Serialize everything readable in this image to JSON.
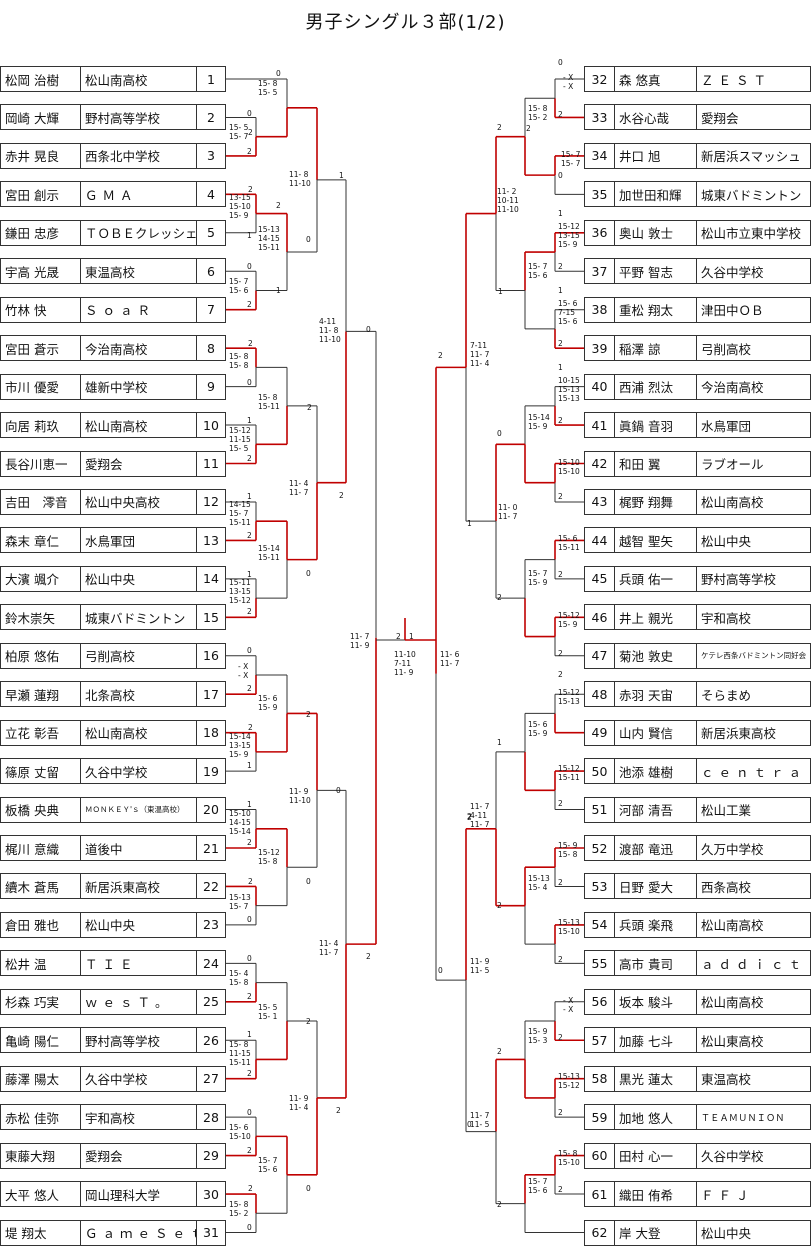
{
  "title": "男子シングル３部(1/2)",
  "left_players": [
    {
      "num": "1",
      "name": "松岡 治樹",
      "club": "松山南高校"
    },
    {
      "num": "2",
      "name": "岡崎 大輝",
      "club": "野村高等学校"
    },
    {
      "num": "3",
      "name": "赤井 晃良",
      "club": "西条北中学校"
    },
    {
      "num": "4",
      "name": "宮田 創示",
      "club": "ＧＭＡ"
    },
    {
      "num": "5",
      "name": "鎌田 忠彦",
      "club": "ＴＯＢＥクレッシェンド"
    },
    {
      "num": "6",
      "name": "宇高 光晟",
      "club": "東温高校"
    },
    {
      "num": "7",
      "name": "竹林 快",
      "club": "ＳｏａＲ"
    },
    {
      "num": "8",
      "name": "宮田 蒼示",
      "club": "今治南高校"
    },
    {
      "num": "9",
      "name": "市川 優愛",
      "club": "雄新中学校"
    },
    {
      "num": "10",
      "name": "向居 莉玖",
      "club": "松山南高校"
    },
    {
      "num": "11",
      "name": "長谷川恵一",
      "club": "愛翔会"
    },
    {
      "num": "12",
      "name": "吉田　澪音",
      "club": "松山中央高校"
    },
    {
      "num": "13",
      "name": "森末 章仁",
      "club": "水鳥軍団"
    },
    {
      "num": "14",
      "name": "大濱 颯介",
      "club": "松山中央"
    },
    {
      "num": "15",
      "name": "鈴木崇矢",
      "club": "城東バドミントン"
    },
    {
      "num": "16",
      "name": "柏原 悠佑",
      "club": "弓削高校"
    },
    {
      "num": "17",
      "name": "早瀬 蓮翔",
      "club": "北条高校"
    },
    {
      "num": "18",
      "name": "立花 彰吾",
      "club": "松山南高校"
    },
    {
      "num": "19",
      "name": "篠原 丈留",
      "club": "久谷中学校"
    },
    {
      "num": "20",
      "name": "板橋 央典",
      "club": "ＭＯＮＫＥＹ'ｓ（東温高校）"
    },
    {
      "num": "21",
      "name": "梶川 意織",
      "club": "道後中"
    },
    {
      "num": "22",
      "name": "續木 蒼馬",
      "club": "新居浜東高校"
    },
    {
      "num": "23",
      "name": "倉田 雅也",
      "club": "松山中央"
    },
    {
      "num": "24",
      "name": "松井 温",
      "club": "ＴＩＥ"
    },
    {
      "num": "25",
      "name": "杉森 巧実",
      "club": "ｗｅｓＴ。"
    },
    {
      "num": "26",
      "name": "亀崎 陽仁",
      "club": "野村高等学校"
    },
    {
      "num": "27",
      "name": "藤澤 陽太",
      "club": "久谷中学校"
    },
    {
      "num": "28",
      "name": "赤松 佳弥",
      "club": "宇和高校"
    },
    {
      "num": "29",
      "name": "東藤大翔",
      "club": "愛翔会"
    },
    {
      "num": "30",
      "name": "大平 悠人",
      "club": "岡山理科大学"
    },
    {
      "num": "31",
      "name": "堤 翔太",
      "club": "ＧａｍｅＳｅｔ"
    }
  ],
  "right_players": [
    {
      "num": "32",
      "name": "森 悠真",
      "club": "ＺＥＳＴ"
    },
    {
      "num": "33",
      "name": "水谷心哉",
      "club": "愛翔会"
    },
    {
      "num": "34",
      "name": "井口 旭",
      "club": "新居浜スマッシュ"
    },
    {
      "num": "35",
      "name": "加世田和輝",
      "club": "城東バドミントン"
    },
    {
      "num": "36",
      "name": "奥山 敦士",
      "club": "松山市立東中学校"
    },
    {
      "num": "37",
      "name": "平野 智志",
      "club": "久谷中学校"
    },
    {
      "num": "38",
      "name": "重松 翔太",
      "club": "津田中ＯＢ"
    },
    {
      "num": "39",
      "name": "稲澤 諒",
      "club": "弓削高校"
    },
    {
      "num": "40",
      "name": "西浦 烈汰",
      "club": "今治南高校"
    },
    {
      "num": "41",
      "name": "眞鍋 音羽",
      "club": "水鳥軍団"
    },
    {
      "num": "42",
      "name": "和田 翼",
      "club": "ラブオール"
    },
    {
      "num": "43",
      "name": "梶野 翔舞",
      "club": "松山南高校"
    },
    {
      "num": "44",
      "name": "越智 聖矢",
      "club": "松山中央"
    },
    {
      "num": "45",
      "name": "兵頭 佑一",
      "club": "野村高等学校"
    },
    {
      "num": "46",
      "name": "井上 親光",
      "club": "宇和高校"
    },
    {
      "num": "47",
      "name": "菊池 敦史",
      "club": "ケテレ西条バドミントン同好会"
    },
    {
      "num": "48",
      "name": "赤羽 天宙",
      "club": "そらまめ"
    },
    {
      "num": "49",
      "name": "山内 賢信",
      "club": "新居浜東高校"
    },
    {
      "num": "50",
      "name": "池添 雄樹",
      "club": "ｃｅｎｔｒａｌ"
    },
    {
      "num": "51",
      "name": "河部 清吾",
      "club": "松山工業"
    },
    {
      "num": "52",
      "name": "渡部 竜迅",
      "club": "久万中学校"
    },
    {
      "num": "53",
      "name": "日野 愛大",
      "club": "西条高校"
    },
    {
      "num": "54",
      "name": "兵頭 楽飛",
      "club": "松山南高校"
    },
    {
      "num": "55",
      "name": "高市 貴司",
      "club": "ａｄｄｉｃｔ"
    },
    {
      "num": "56",
      "name": "坂本 駿斗",
      "club": "松山南高校"
    },
    {
      "num": "57",
      "name": "加藤 七斗",
      "club": "松山東高校"
    },
    {
      "num": "58",
      "name": "黒光 蓮太",
      "club": "東温高校"
    },
    {
      "num": "59",
      "name": "加地 悠人",
      "club": "ＴＥＡＭＵＮＩＯＮ"
    },
    {
      "num": "60",
      "name": "田村 心一",
      "club": "久谷中学校"
    },
    {
      "num": "61",
      "name": "織田 侑希",
      "club": "ＦＦＪ"
    },
    {
      "num": "62",
      "name": "岸 大登",
      "club": "松山中央"
    }
  ],
  "labels": [
    {
      "id": "l1",
      "t": "0"
    },
    {
      "id": "l2",
      "t": "15- 8\n15- 5"
    },
    {
      "id": "l3",
      "t": "2"
    },
    {
      "id": "l4",
      "t": "0"
    },
    {
      "id": "l5",
      "t": "15- 5\n15- 7"
    },
    {
      "id": "l6",
      "t": "2"
    },
    {
      "id": "l7",
      "t": "1"
    },
    {
      "id": "l8",
      "t": "11- 8\n11-10"
    },
    {
      "id": "l9",
      "t": "2"
    },
    {
      "id": "l10",
      "t": "13-15\n15-10\n15- 9"
    },
    {
      "id": "l11",
      "t": "1"
    },
    {
      "id": "l12",
      "t": "2"
    },
    {
      "id": "l13",
      "t": "15-13\n14-15\n15-11"
    },
    {
      "id": "l14",
      "t": "0"
    },
    {
      "id": "l15",
      "t": "0"
    },
    {
      "id": "l16",
      "t": "15- 7\n15- 6"
    },
    {
      "id": "l17",
      "t": "2"
    },
    {
      "id": "l18",
      "t": "1"
    },
    {
      "id": "l19",
      "t": "0"
    },
    {
      "id": "l20",
      "t": "4-11\n11- 8\n11-10"
    },
    {
      "id": "l21",
      "t": "2"
    },
    {
      "id": "l22",
      "t": "15- 8\n15- 8"
    },
    {
      "id": "l23",
      "t": "0"
    },
    {
      "id": "l24",
      "t": "15- 8\n15-11"
    },
    {
      "id": "l25",
      "t": "2"
    },
    {
      "id": "l26",
      "t": "1"
    },
    {
      "id": "l27",
      "t": "15-12\n11-15\n15- 5"
    },
    {
      "id": "l28",
      "t": "2"
    },
    {
      "id": "l29",
      "t": "11- 4\n11- 7"
    },
    {
      "id": "l30",
      "t": "2"
    },
    {
      "id": "l31",
      "t": "1"
    },
    {
      "id": "l32",
      "t": "14-15\n15- 7\n15-11"
    },
    {
      "id": "l33",
      "t": "2"
    },
    {
      "id": "l34",
      "t": "15-14\n15-11"
    },
    {
      "id": "l35",
      "t": "0"
    },
    {
      "id": "l36",
      "t": "1"
    },
    {
      "id": "l37",
      "t": "15-11\n13-15\n15-12"
    },
    {
      "id": "l38",
      "t": "2"
    },
    {
      "id": "l39",
      "t": "0"
    },
    {
      "id": "l40",
      "t": "- X\n- X"
    },
    {
      "id": "l41",
      "t": "2"
    },
    {
      "id": "l42",
      "t": "15- 6\n15- 9"
    },
    {
      "id": "l43",
      "t": "2"
    },
    {
      "id": "l44",
      "t": "2"
    },
    {
      "id": "l45",
      "t": "15-14\n13-15\n15- 9"
    },
    {
      "id": "l46",
      "t": "1"
    },
    {
      "id": "l47",
      "t": "11- 9\n11-10"
    },
    {
      "id": "l48",
      "t": "0"
    },
    {
      "id": "l49",
      "t": "1"
    },
    {
      "id": "l50",
      "t": "15-10\n14-15\n15-14"
    },
    {
      "id": "l51",
      "t": "2"
    },
    {
      "id": "l52",
      "t": "15-12\n15- 8"
    },
    {
      "id": "l53",
      "t": "0"
    },
    {
      "id": "l54",
      "t": "2"
    },
    {
      "id": "l55",
      "t": "15-13\n15- 7"
    },
    {
      "id": "l56",
      "t": "0"
    },
    {
      "id": "l57",
      "t": "11- 4\n11- 7"
    },
    {
      "id": "l58",
      "t": "2"
    },
    {
      "id": "l59",
      "t": "0"
    },
    {
      "id": "l60",
      "t": "15- 4\n15- 8"
    },
    {
      "id": "l61",
      "t": "2"
    },
    {
      "id": "l62",
      "t": "15- 5\n15- 1"
    },
    {
      "id": "l63",
      "t": "2"
    },
    {
      "id": "l64",
      "t": "1"
    },
    {
      "id": "l65",
      "t": "15- 8\n11-15\n15-11"
    },
    {
      "id": "l66",
      "t": "2"
    },
    {
      "id": "l67",
      "t": "11- 9\n11- 4"
    },
    {
      "id": "l68",
      "t": "2"
    },
    {
      "id": "l69",
      "t": "0"
    },
    {
      "id": "l70",
      "t": "15- 6\n15-10"
    },
    {
      "id": "l71",
      "t": "2"
    },
    {
      "id": "l72",
      "t": "15- 7\n15- 6"
    },
    {
      "id": "l73",
      "t": "0"
    },
    {
      "id": "l74",
      "t": "2"
    },
    {
      "id": "l75",
      "t": "15- 8\n15- 2"
    },
    {
      "id": "l76",
      "t": "0"
    },
    {
      "id": "l77",
      "t": "11- 7\n11- 9"
    },
    {
      "id": "l78",
      "t": "2"
    },
    {
      "id": "l79",
      "t": "1"
    },
    {
      "id": "l80",
      "t": "11-10\n7-11\n11- 9"
    },
    {
      "id": "l81",
      "t": "11- 6\n11- 7"
    },
    {
      "id": "r1",
      "t": "0"
    },
    {
      "id": "r2",
      "t": "- X\n- X"
    },
    {
      "id": "r3",
      "t": "2"
    },
    {
      "id": "r4",
      "t": "15- 8\n15- 2"
    },
    {
      "id": "r5",
      "t": "2"
    },
    {
      "id": "r6",
      "t": "15- 7\n15- 7"
    },
    {
      "id": "r7",
      "t": "0"
    },
    {
      "id": "r8",
      "t": "2"
    },
    {
      "id": "r9",
      "t": "11- 2\n10-11\n11-10"
    },
    {
      "id": "r10",
      "t": "1"
    },
    {
      "id": "r11",
      "t": "15-12\n13-15\n15- 9"
    },
    {
      "id": "r12",
      "t": "2"
    },
    {
      "id": "r13",
      "t": "15- 7\n15- 6"
    },
    {
      "id": "r14",
      "t": "1"
    },
    {
      "id": "r15",
      "t": "1"
    },
    {
      "id": "r16",
      "t": "15- 6\n7-15\n15- 6"
    },
    {
      "id": "r17",
      "t": "2"
    },
    {
      "id": "r18",
      "t": "2"
    },
    {
      "id": "r19",
      "t": "7-11\n11- 7\n11- 4"
    },
    {
      "id": "r20",
      "t": "1"
    },
    {
      "id": "r21",
      "t": "10-15\n15-13\n15-13"
    },
    {
      "id": "r22",
      "t": "2"
    },
    {
      "id": "r23",
      "t": "15-14\n15- 9"
    },
    {
      "id": "r24",
      "t": "0"
    },
    {
      "id": "r25",
      "t": "15-10\n15-10"
    },
    {
      "id": "r26",
      "t": "2"
    },
    {
      "id": "r27",
      "t": "11- 0\n11- 7"
    },
    {
      "id": "r28",
      "t": "1"
    },
    {
      "id": "r29",
      "t": "15- 6\n15-11"
    },
    {
      "id": "r30",
      "t": "2"
    },
    {
      "id": "r31",
      "t": "15- 7\n15- 9"
    },
    {
      "id": "r32",
      "t": "2"
    },
    {
      "id": "r33",
      "t": "15-12\n15- 9"
    },
    {
      "id": "r34",
      "t": "2"
    },
    {
      "id": "r35",
      "t": "2"
    },
    {
      "id": "r36",
      "t": "15-12\n15-13"
    },
    {
      "id": "r37",
      "t": "15- 6\n15- 9"
    },
    {
      "id": "r38",
      "t": "1"
    },
    {
      "id": "r39",
      "t": "15-12\n15-11"
    },
    {
      "id": "r40",
      "t": "2"
    },
    {
      "id": "r41",
      "t": "11- 7\n4-11\n11- 7"
    },
    {
      "id": "r42",
      "t": "2"
    },
    {
      "id": "r43",
      "t": "15- 9\n15- 8"
    },
    {
      "id": "r44",
      "t": "2"
    },
    {
      "id": "r45",
      "t": "15-13\n15- 4"
    },
    {
      "id": "r46",
      "t": "2"
    },
    {
      "id": "r47",
      "t": "15-13\n15-10"
    },
    {
      "id": "r48",
      "t": "2"
    },
    {
      "id": "r49",
      "t": "0"
    },
    {
      "id": "r50",
      "t": "11- 9\n11- 5"
    },
    {
      "id": "r51",
      "t": "- X\n- X"
    },
    {
      "id": "r52",
      "t": "2"
    },
    {
      "id": "r53",
      "t": "15- 9\n15- 3"
    },
    {
      "id": "r54",
      "t": "2"
    },
    {
      "id": "r55",
      "t": "15-13\n15-12"
    },
    {
      "id": "r56",
      "t": "2"
    },
    {
      "id": "r57",
      "t": "2"
    },
    {
      "id": "r58",
      "t": "11- 7\n11- 5"
    },
    {
      "id": "r59",
      "t": "15- 8\n15-10"
    },
    {
      "id": "r60",
      "t": "2"
    },
    {
      "id": "r61",
      "t": "15- 7\n15- 6"
    },
    {
      "id": "r62",
      "t": "2"
    },
    {
      "id": "r63",
      "t": "0"
    }
  ],
  "colors": {
    "win": "#c00000",
    "line": "#333333"
  }
}
